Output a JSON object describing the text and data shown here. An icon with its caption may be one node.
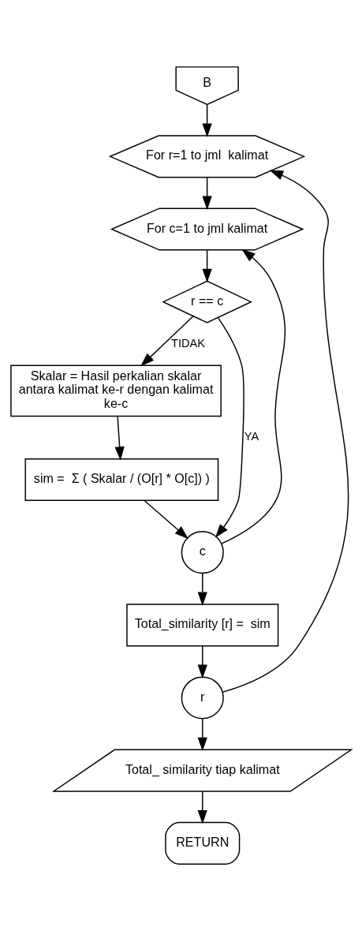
{
  "diagram": {
    "nodes": [
      {
        "text": [
          "B"
        ]
      },
      {
        "text": [
          "For r=1 to jml  kalimat"
        ]
      },
      {
        "text": [
          "For c=1 to jml kalimat"
        ]
      },
      {
        "text": [
          "r == c"
        ]
      },
      {
        "text": [
          "Skalar = Hasil perkalian skalar antara kalimat ke-r dengan kalimat ke-c"
        ]
      },
      {
        "text": [
          "sim =  Σ ( Skalar / (O[r] * O[c]) )"
        ]
      },
      {
        "text": [
          "c"
        ]
      },
      {
        "text": [
          "Total_similarity [r] =  sim"
        ]
      },
      {
        "text": [
          "r"
        ]
      },
      {
        "text": [
          "Total_ similarity tiap kalimat"
        ]
      },
      {
        "text": [
          "RETURN"
        ]
      }
    ],
    "edges": [
      {
        "from": 0,
        "to": 1,
        "arrow": "to"
      },
      {
        "from": 1,
        "to": 2,
        "arrow": "to"
      },
      {
        "from": 2,
        "to": 3,
        "arrow": "to"
      },
      {
        "from": 3,
        "to": 4,
        "arrow": "to",
        "label": "TIDAK"
      },
      {
        "from": 4,
        "to": 5,
        "arrow": "to"
      },
      {
        "from": 3,
        "to": 6,
        "arrow": "to",
        "label": "YA"
      },
      {
        "from": 5,
        "to": 6,
        "arrow": "to"
      },
      {
        "from": 6,
        "to": 2,
        "arrow": "to"
      },
      {
        "from": 6,
        "to": 7,
        "arrow": "to"
      },
      {
        "from": 7,
        "to": 8,
        "arrow": "to"
      },
      {
        "from": 8,
        "to": 1,
        "arrow": "to"
      },
      {
        "from": 8,
        "to": 9,
        "arrow": "to"
      },
      {
        "from": 9,
        "to": 10,
        "arrow": "to"
      }
    ]
  }
}
